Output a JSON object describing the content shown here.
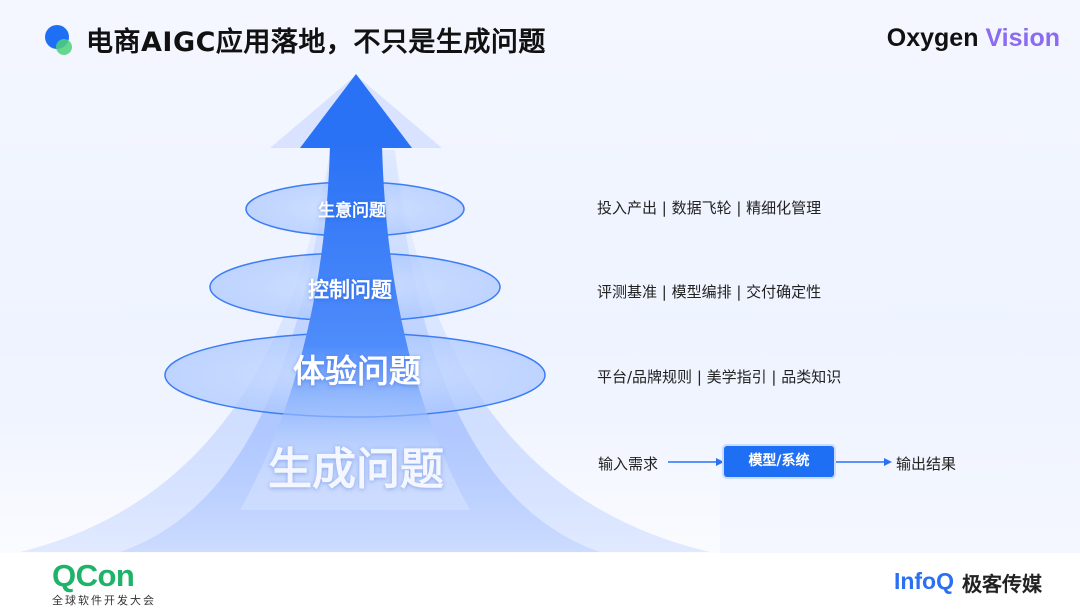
{
  "header": {
    "title": "电商AIGC应用落地，不只是生成问题",
    "brand_part1": "Oxygen",
    "brand_part2": "Vision"
  },
  "pyramid": {
    "layers": [
      {
        "label": "生意问题"
      },
      {
        "label": "控制问题"
      },
      {
        "label": "体验问题"
      },
      {
        "label": "生成问题"
      }
    ]
  },
  "right_panel": {
    "rows": [
      "投入产出  |  数据飞轮  |  精细化管理",
      "评测基准  |  模型编排  |  交付确定性",
      "平台/品牌规则  |  美学指引 | 品类知识"
    ],
    "flow": {
      "input_label": "输入需求",
      "box_label": "模型/系统",
      "output_label": "输出结果"
    }
  },
  "footer": {
    "qcon_logo": "QCon",
    "qcon_sub": "全球软件开发大会",
    "infoq_logo": "InfoQ",
    "geek_logo": "极客传媒"
  },
  "colors": {
    "accent": "#1f6ff5",
    "brand_purple": "#8b6cf0",
    "qcon_green": "#1fb36a",
    "infoq_blue": "#2b6ff2"
  }
}
